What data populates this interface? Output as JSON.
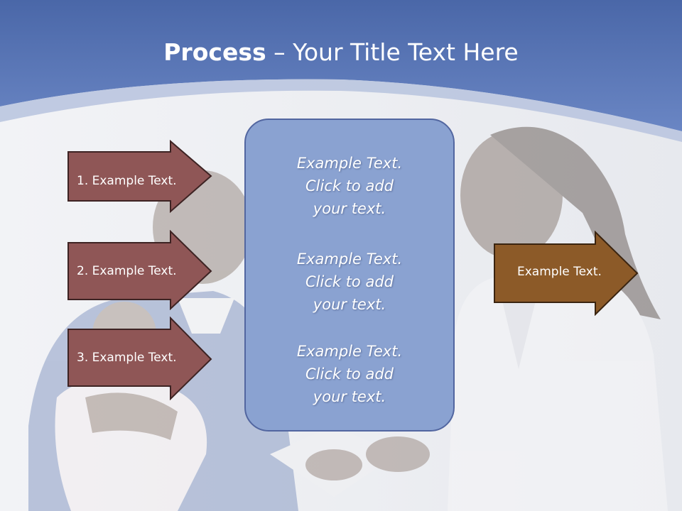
{
  "title": {
    "bold": "Process",
    "rest": " – Your Title Text Here"
  },
  "left_arrows": [
    {
      "label": "1. Example Text."
    },
    {
      "label": "2. Example Text."
    },
    {
      "label": "3. Example Text."
    }
  ],
  "center_box": {
    "blocks": [
      "Example Text.\nClick  to add\nyour text.",
      "Example Text.\nClick  to add\nyour text.",
      "Example Text.\nClick  to add\nyour text."
    ]
  },
  "right_arrow": {
    "label": "Example Text."
  },
  "colors": {
    "header_blue": "#5b78b8",
    "left_arrow_fill": "#8f5656",
    "right_arrow_fill": "#8c5a28",
    "center_box_fill": "#8aa2d1"
  }
}
